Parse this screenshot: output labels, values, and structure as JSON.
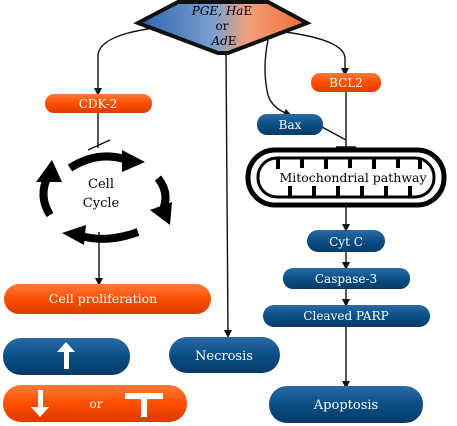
{
  "source": {
    "line1": "PGE, ",
    "line1_ital": "Ha",
    "line1_end": "E",
    "line2": "or",
    "line3_ital": "Ad",
    "line3_end": "E"
  },
  "nodes": {
    "cdk2": "CDK-2",
    "bcl2": "BCL2",
    "bax": "Bax",
    "cell_cycle_1": "Cell",
    "cell_cycle_2": "Cycle",
    "mitochondrial": "Mitochondrial pathway",
    "cytc": "Cyt C",
    "caspase3": "Caspase-3",
    "cleaved_parp": "Cleaved PARP",
    "cell_proliferation": "Cell proliferation",
    "necrosis": "Necrosis",
    "apoptosis": "Apoptosis"
  },
  "legend": {
    "or": "or"
  },
  "colors": {
    "orange": "#ff4e00",
    "blue": "#0a4f86",
    "source_blue": "#3d73b4",
    "source_orange": "#f2824c"
  }
}
